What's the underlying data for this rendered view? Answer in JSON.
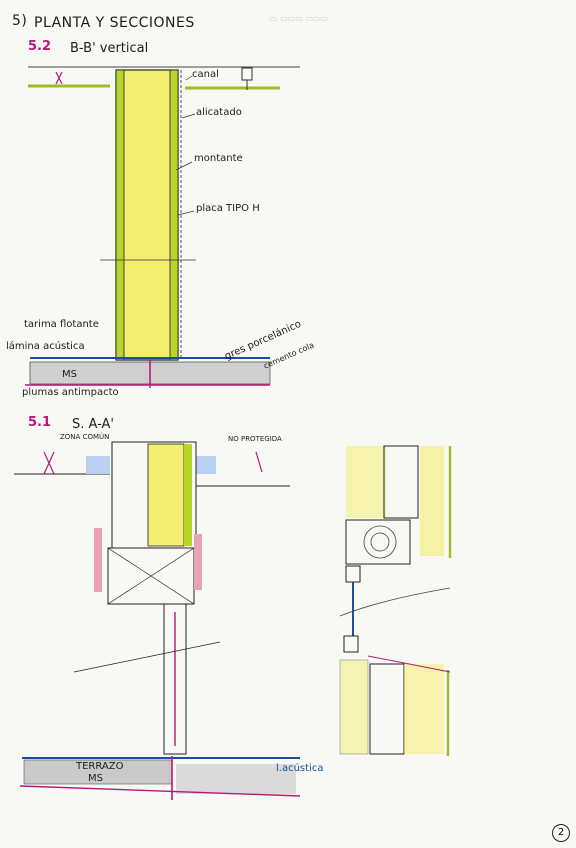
{
  "header": {
    "section_number": "5)",
    "section_title": "PLANTA Y SECCIONES"
  },
  "detail_52": {
    "number": "5.2",
    "title": "B-B' vertical",
    "labels": {
      "canal": "canal",
      "alicatado": "alicatado",
      "montante": "montante",
      "placa": "placa TIPO H",
      "tarima": "tarima flotante",
      "lamina": "lámina acústica",
      "gres": "gres porcelánico",
      "cemento": "cemento cola",
      "ms": "MS",
      "plumas": "plumas antimpacto"
    }
  },
  "detail_51": {
    "number": "5.1",
    "title": "S. A-A'",
    "labels": {
      "zona_comun": "ZONA COMÚN",
      "no_protegida": "NO PROTEGIDA",
      "terrazo": "TERRAZO",
      "ms": "MS",
      "lacustica": "l.acústica"
    }
  },
  "page_number": "2",
  "colors": {
    "yellow": "#f3ef73",
    "green": "#b9d42a",
    "magenta": "#b4197a",
    "pink": "#e8a3b8",
    "blue": "#1a4fa0",
    "lightblue": "#b9d0f0",
    "grey": "#c9c9c9",
    "ink": "#1d1d1d"
  }
}
